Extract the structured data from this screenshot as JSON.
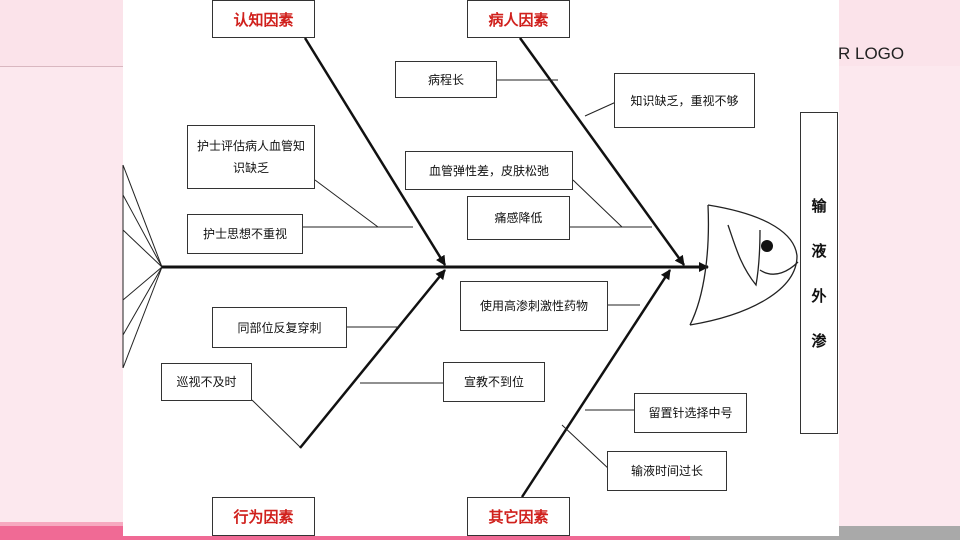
{
  "header": {
    "logo_text": "R LOGO"
  },
  "diagram": {
    "effect": [
      "输",
      "液",
      "外",
      "渗"
    ],
    "categories": {
      "cognitive": "认知因素",
      "patient": "病人因素",
      "behavior": "行为因素",
      "other": "其它因素"
    },
    "causes": {
      "nurse_assess": "护士评估病人血管知识缺乏",
      "nurse_attitude": "护士思想不重视",
      "course_long": "病程长",
      "lack_knowledge": "知识缺乏，重视不够",
      "vessel_skin": "血管弹性差，皮肤松弛",
      "pain_low": "痛感降低",
      "irritant_drug": "使用高渗刺激性药物",
      "repeat_puncture": "同部位反复穿刺",
      "patrol_late": "巡视不及时",
      "education": "宣教不到位",
      "needle_size": "留置针选择中号",
      "infusion_long": "输液时间过长"
    }
  },
  "colors": {
    "category_text": "#d0201c",
    "accent_pink": "#f06a95",
    "gray_bar": "#a9a9a9"
  }
}
